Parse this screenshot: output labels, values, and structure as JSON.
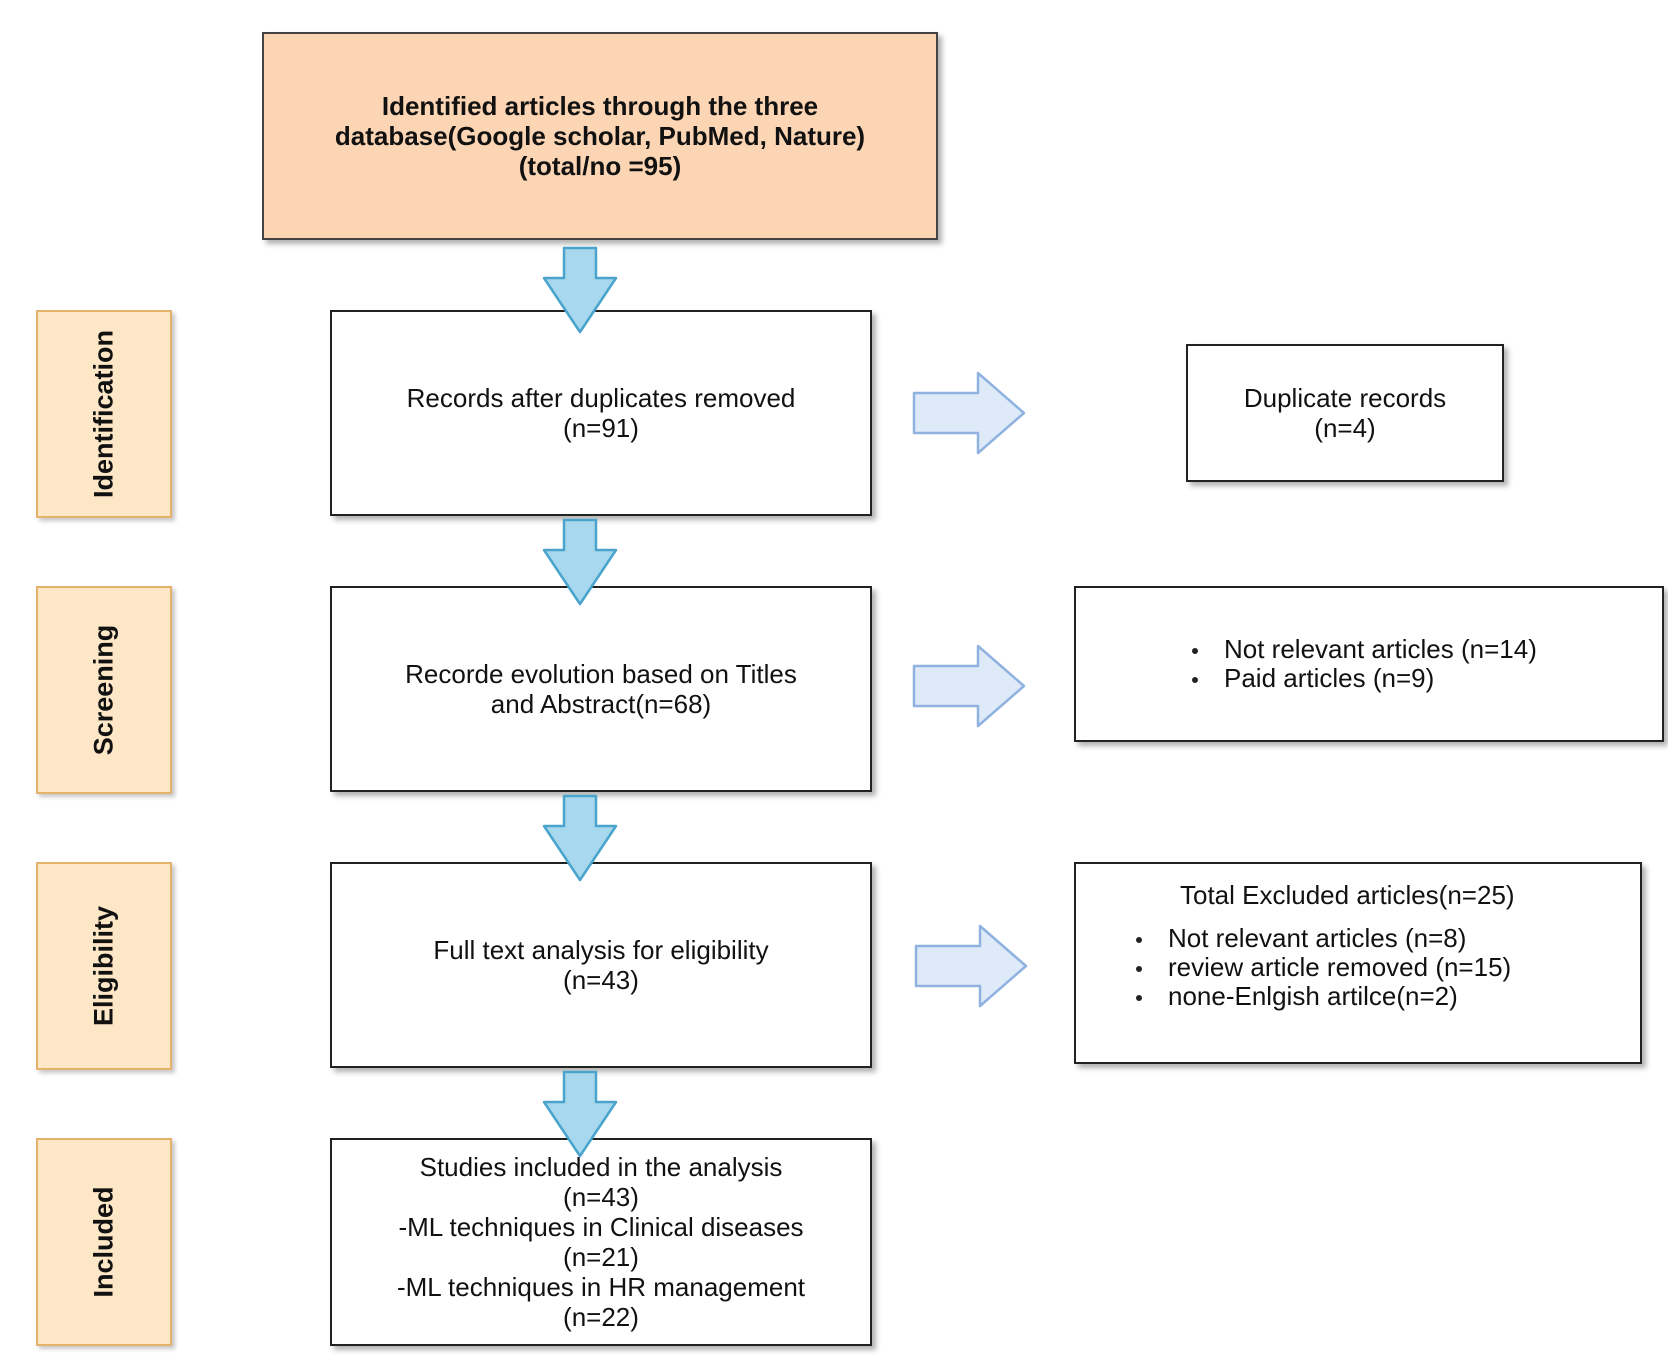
{
  "source": {
    "lines": [
      "Identified articles through the three",
      "database(Google scholar, PubMed, Nature)",
      "(total/no =95)"
    ]
  },
  "stages": [
    "Identification",
    "Screening",
    "Eligibility",
    "Included"
  ],
  "main_boxes": [
    {
      "lines": [
        "Records after duplicates removed",
        "(n=91)"
      ]
    },
    {
      "lines": [
        "Recorde evolution based on Titles",
        "and Abstract(n=68)"
      ]
    },
    {
      "lines": [
        "Full text analysis for eligibility",
        "(n=43)"
      ]
    },
    {
      "lines": [
        "Studies included in the analysis",
        "(n=43)",
        "-ML techniques in Clinical diseases",
        "(n=21)",
        "-ML techniques in HR management",
        "(n=22)"
      ]
    }
  ],
  "side_boxes": {
    "duplicates": {
      "lines": [
        "Duplicate records",
        "(n=4)"
      ]
    },
    "screening": {
      "bullets": [
        "Not relevant articles (n=14)",
        "Paid articles (n=9)"
      ]
    },
    "eligibility": {
      "title": "Total Excluded articles(n=25)",
      "bullets": [
        "Not relevant articles (n=8)",
        "review article removed (n=15)",
        "none-Enlgish artilce(n=2)"
      ]
    }
  },
  "colors": {
    "source_fill": "#fcd5b4",
    "stage_fill": "#fde7c6",
    "stage_border": "#e3b36b",
    "down_arrow_fill": "#a8d8ee",
    "down_arrow_stroke": "#4aa3cc",
    "right_arrow_fill": "#dfeaf9",
    "right_arrow_stroke": "#8fb2e0"
  }
}
